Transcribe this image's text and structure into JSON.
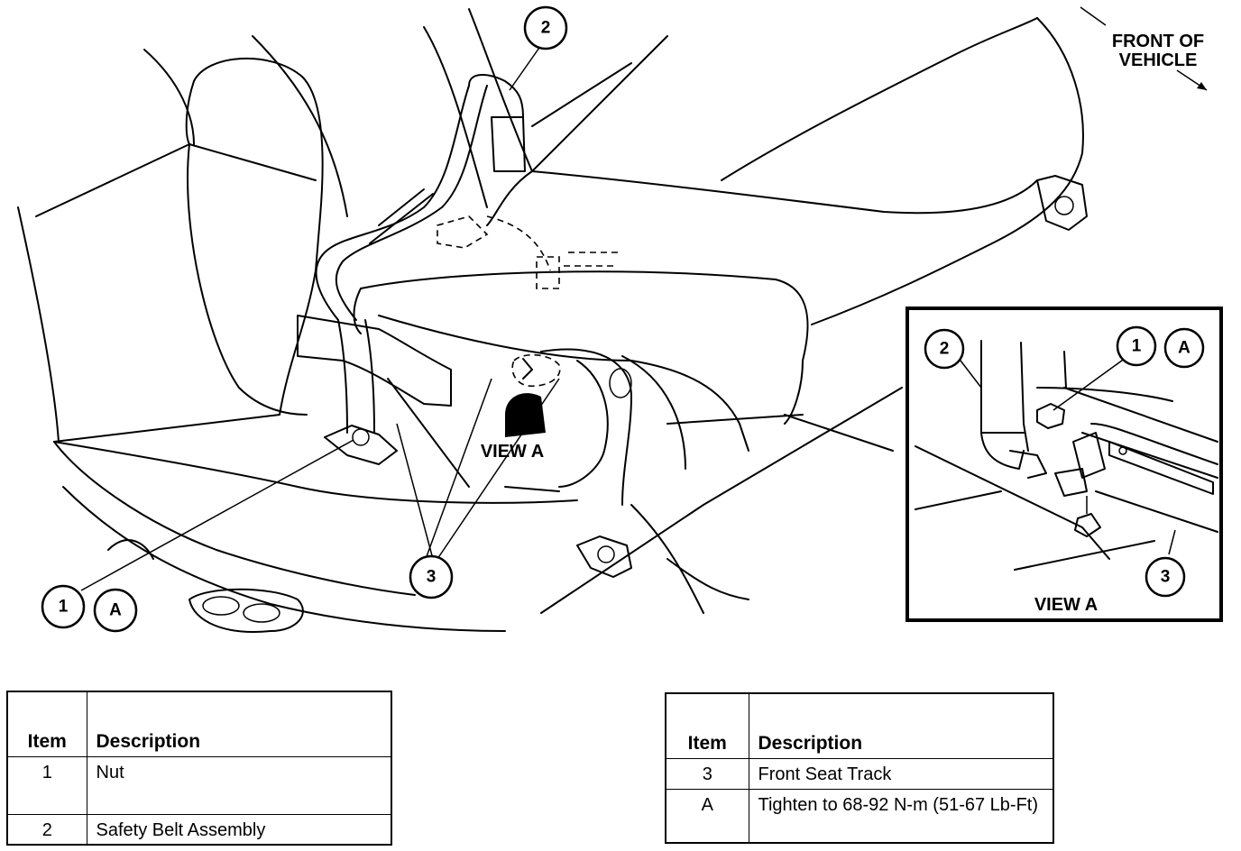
{
  "diagram": {
    "direction_label_line1": "FRONT OF",
    "direction_label_line2": "VEHICLE",
    "view_label_main": "VIEW A",
    "view_label_inset": "VIEW A",
    "callouts_main": [
      "2",
      "1",
      "A",
      "3"
    ],
    "callouts_inset": [
      "2",
      "1",
      "A",
      "3"
    ]
  },
  "legend_left": {
    "header_item": "Item",
    "header_description": "Description",
    "rows": [
      {
        "item": "1",
        "description": "Nut"
      },
      {
        "item": "2",
        "description": "Safety Belt Assembly"
      }
    ]
  },
  "legend_right": {
    "header_item": "Item",
    "header_description": "Description",
    "rows": [
      {
        "item": "3",
        "description": "Front Seat Track"
      },
      {
        "item": "A",
        "description": "Tighten to 68-92 N-m (51-67 Lb-Ft)"
      }
    ]
  }
}
